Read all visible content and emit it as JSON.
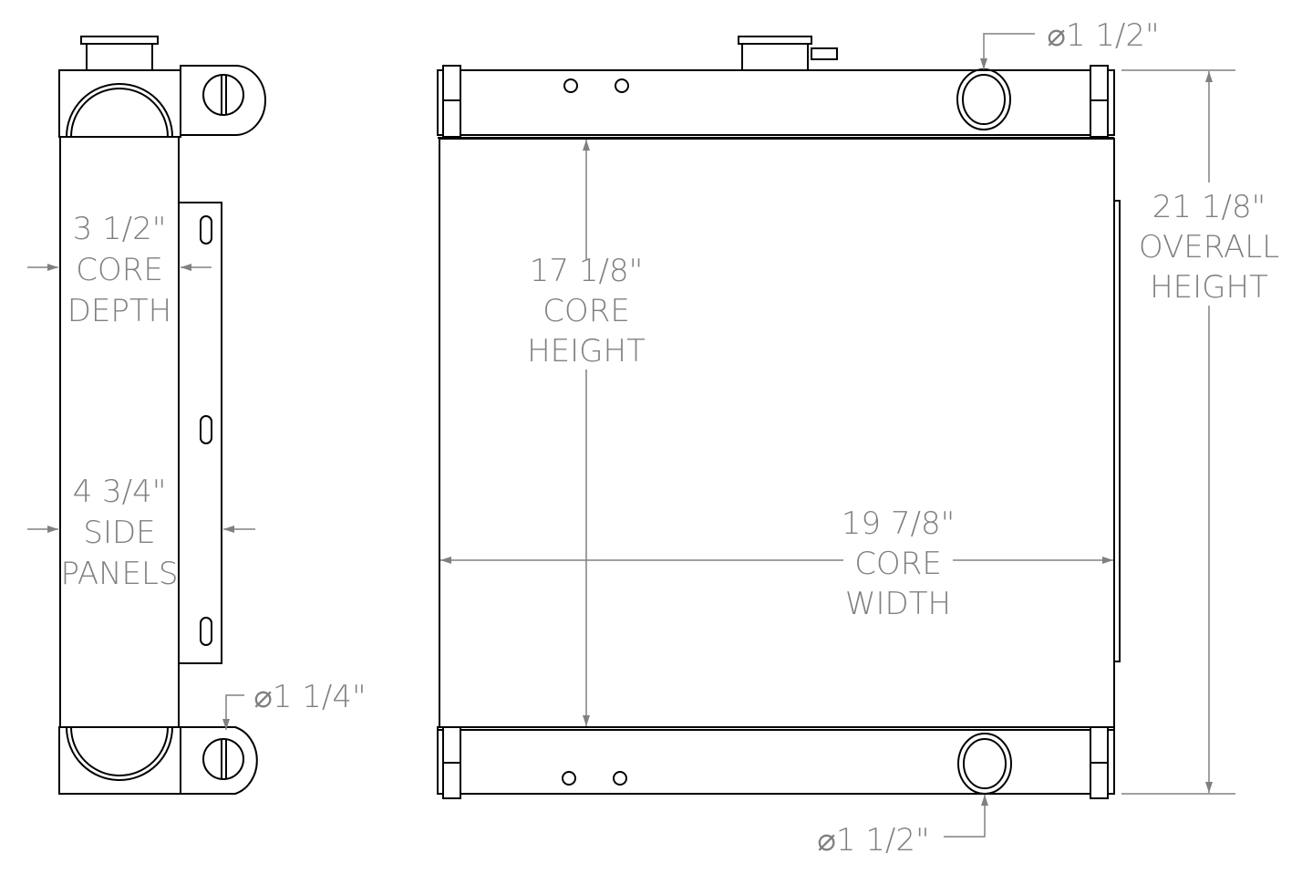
{
  "dimensions": {
    "core_depth": {
      "value": "3 1/2\"",
      "label1": "CORE",
      "label2": "DEPTH"
    },
    "side_panels": {
      "value": "4 3/4\"",
      "label1": "SIDE",
      "label2": "PANELS"
    },
    "side_fitting": {
      "value": "⌀1 1/4\""
    },
    "core_height": {
      "value": "17 1/8\"",
      "label1": "CORE",
      "label2": "HEIGHT"
    },
    "core_width": {
      "value": "19 7/8\"",
      "label1": "CORE",
      "label2": "WIDTH"
    },
    "overall_height": {
      "value": "21 1/8\"",
      "label1": "OVERALL",
      "label2": "HEIGHT"
    },
    "top_fitting": {
      "value": "⌀1 1/2\""
    },
    "bottom_fitting": {
      "value": "⌀1 1/2\""
    }
  },
  "colors": {
    "line": "#000000",
    "dimension": "#808080",
    "background": "#ffffff"
  }
}
